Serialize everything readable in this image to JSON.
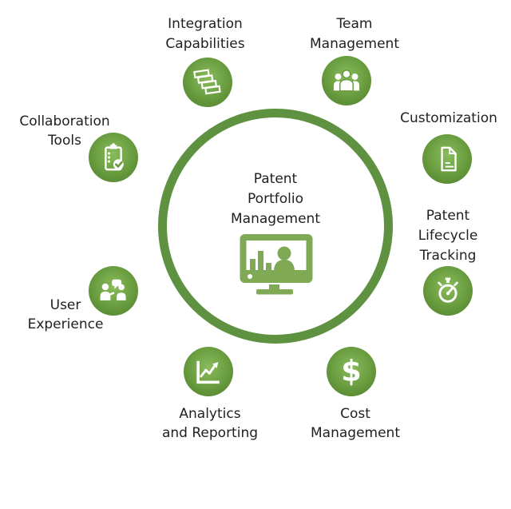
{
  "hub": {
    "lines": [
      "Patent",
      "Portfolio",
      "Management"
    ],
    "icon": "monitor-analytics-icon"
  },
  "nodes": [
    {
      "id": "integration-capabilities",
      "lines": [
        "Integration",
        "Capabilities"
      ],
      "icon": "gantt-chart-icon"
    },
    {
      "id": "team-management",
      "lines": [
        "Team",
        "Management"
      ],
      "icon": "team-icon"
    },
    {
      "id": "customization",
      "lines": [
        "Customization"
      ],
      "icon": "document-icon"
    },
    {
      "id": "patent-lifecycle-tracking",
      "lines": [
        "Patent",
        "Lifecycle",
        "Tracking"
      ],
      "icon": "stopwatch-icon"
    },
    {
      "id": "cost-management",
      "lines": [
        "Cost",
        "Management"
      ],
      "icon": "dollar-icon"
    },
    {
      "id": "analytics-and-reporting",
      "lines": [
        "Analytics",
        "and Reporting"
      ],
      "icon": "line-chart-icon"
    },
    {
      "id": "user-experience",
      "lines": [
        "User",
        "Experience"
      ],
      "icon": "conversation-icon"
    },
    {
      "id": "collaboration-tools",
      "lines": [
        "Collaboration",
        "Tools"
      ],
      "icon": "clipboard-check-icon"
    }
  ],
  "icons": {
    "dollar_symbol": "$"
  },
  "colors": {
    "badge_light": "#8abc5d",
    "badge_mid": "#679b3d",
    "badge_dark": "#4e7c2d",
    "ring": "#5e9140",
    "monitor": "#7fa954",
    "text": "#1f1f1f",
    "background": "#ffffff",
    "icon_white": "#ffffff"
  }
}
